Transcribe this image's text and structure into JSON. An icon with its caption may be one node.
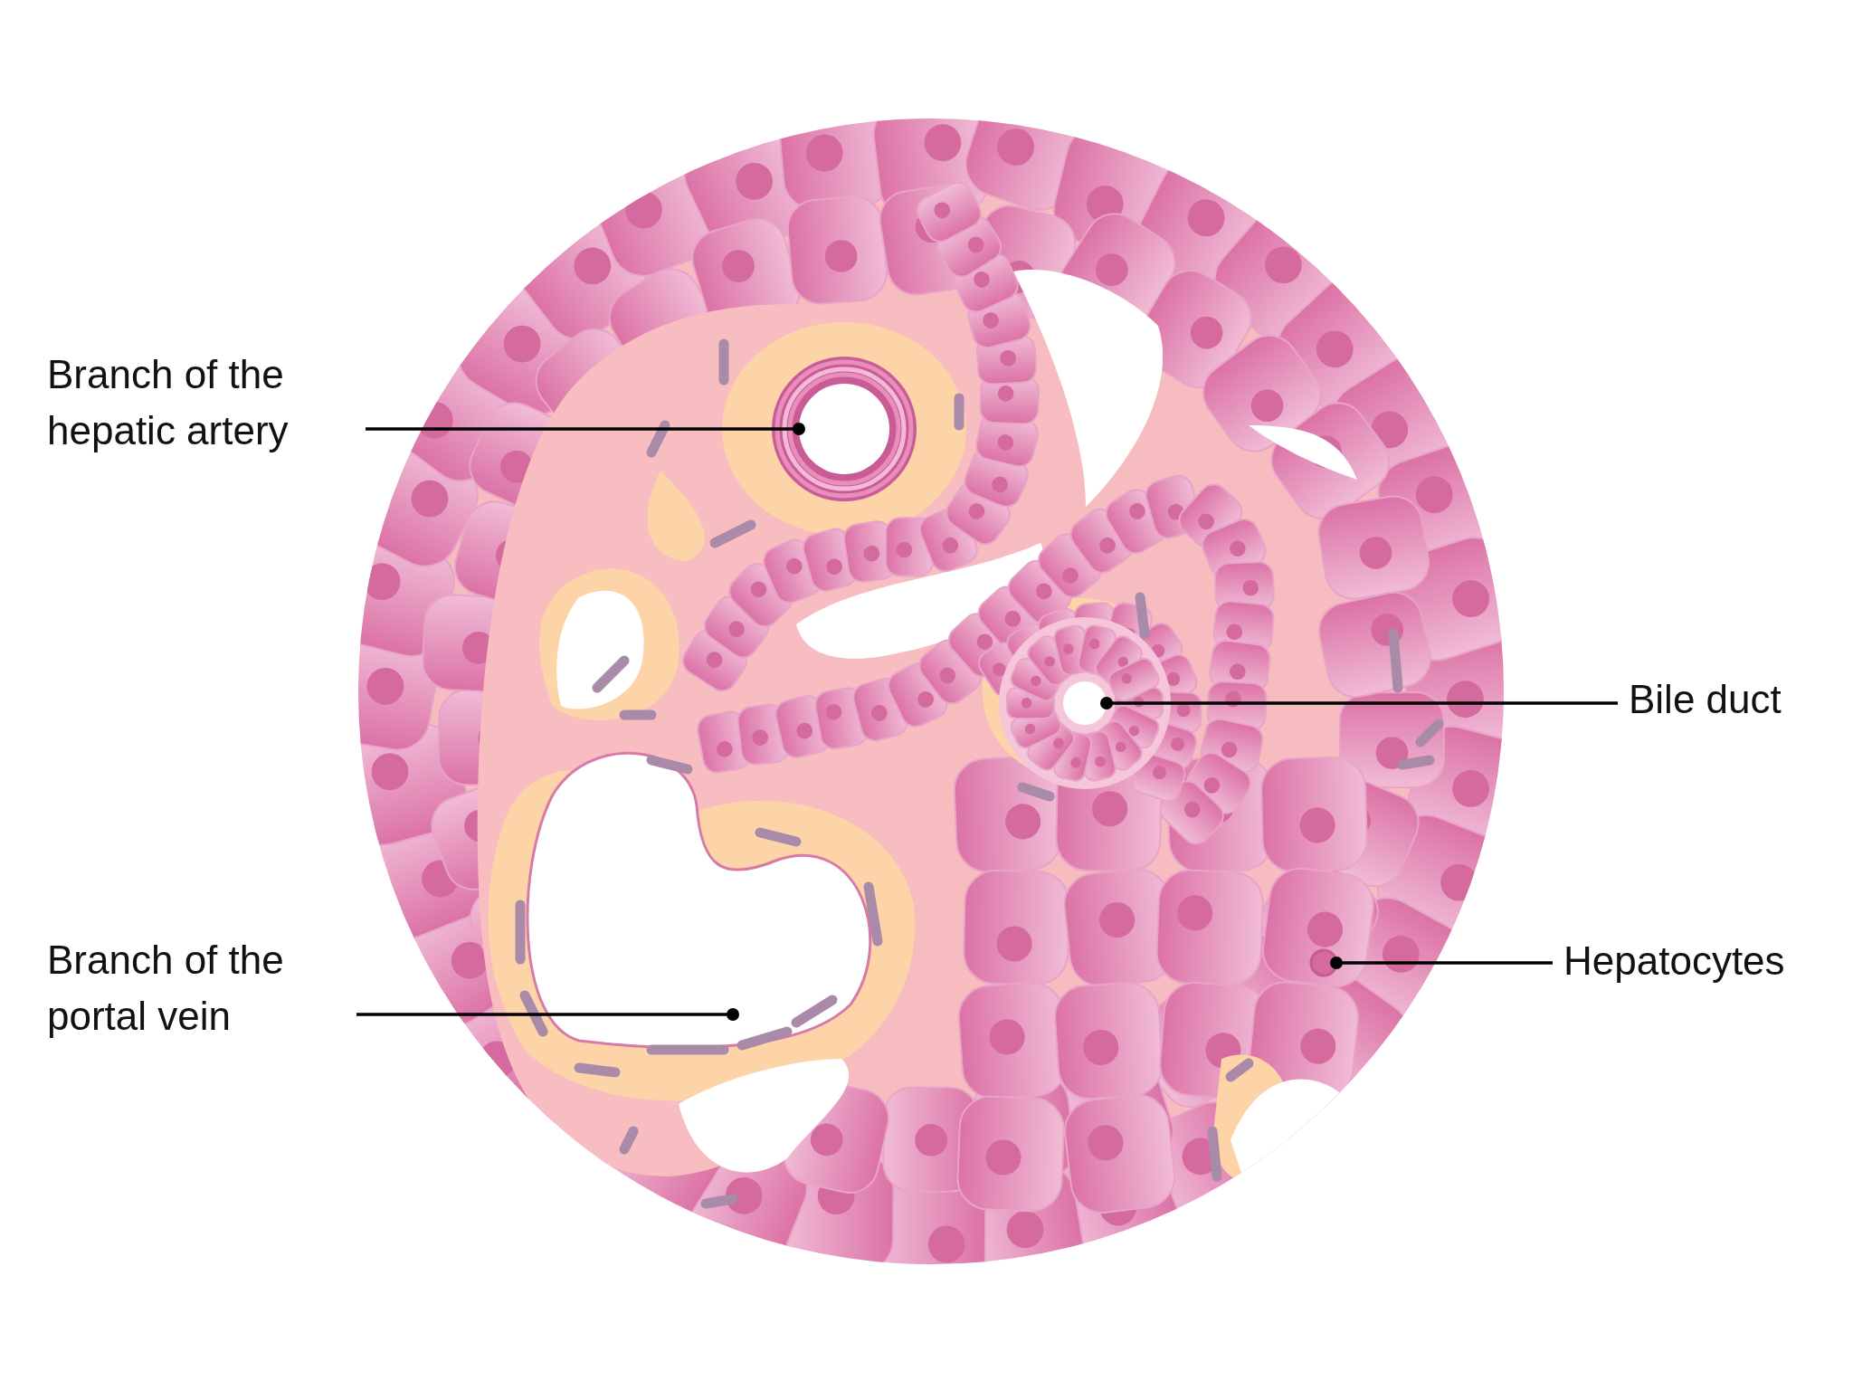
{
  "diagram": {
    "nodes": [
      {
        "text": [
          "Branch of the hepatic artery"
        ]
      },
      {
        "text": [],
        "shape": "circle"
      },
      {
        "text": [
          "Bile duct"
        ]
      },
      {
        "text": [],
        "shape": "circle"
      },
      {
        "text": [
          "Branch of the portal vein"
        ]
      },
      {
        "text": [
          "Hepatocytes"
        ]
      },
      {
        "text": [],
        "shape": "circle"
      }
    ],
    "edges": [
      {
        "from": 0,
        "to": 1,
        "arrow": "other"
      },
      {
        "from": 2,
        "to": 3,
        "arrow": "other"
      },
      {
        "from": 4,
        "to": null,
        "arrow": "other"
      },
      {
        "from": 5,
        "to": 6,
        "arrow": "other"
      }
    ]
  }
}
